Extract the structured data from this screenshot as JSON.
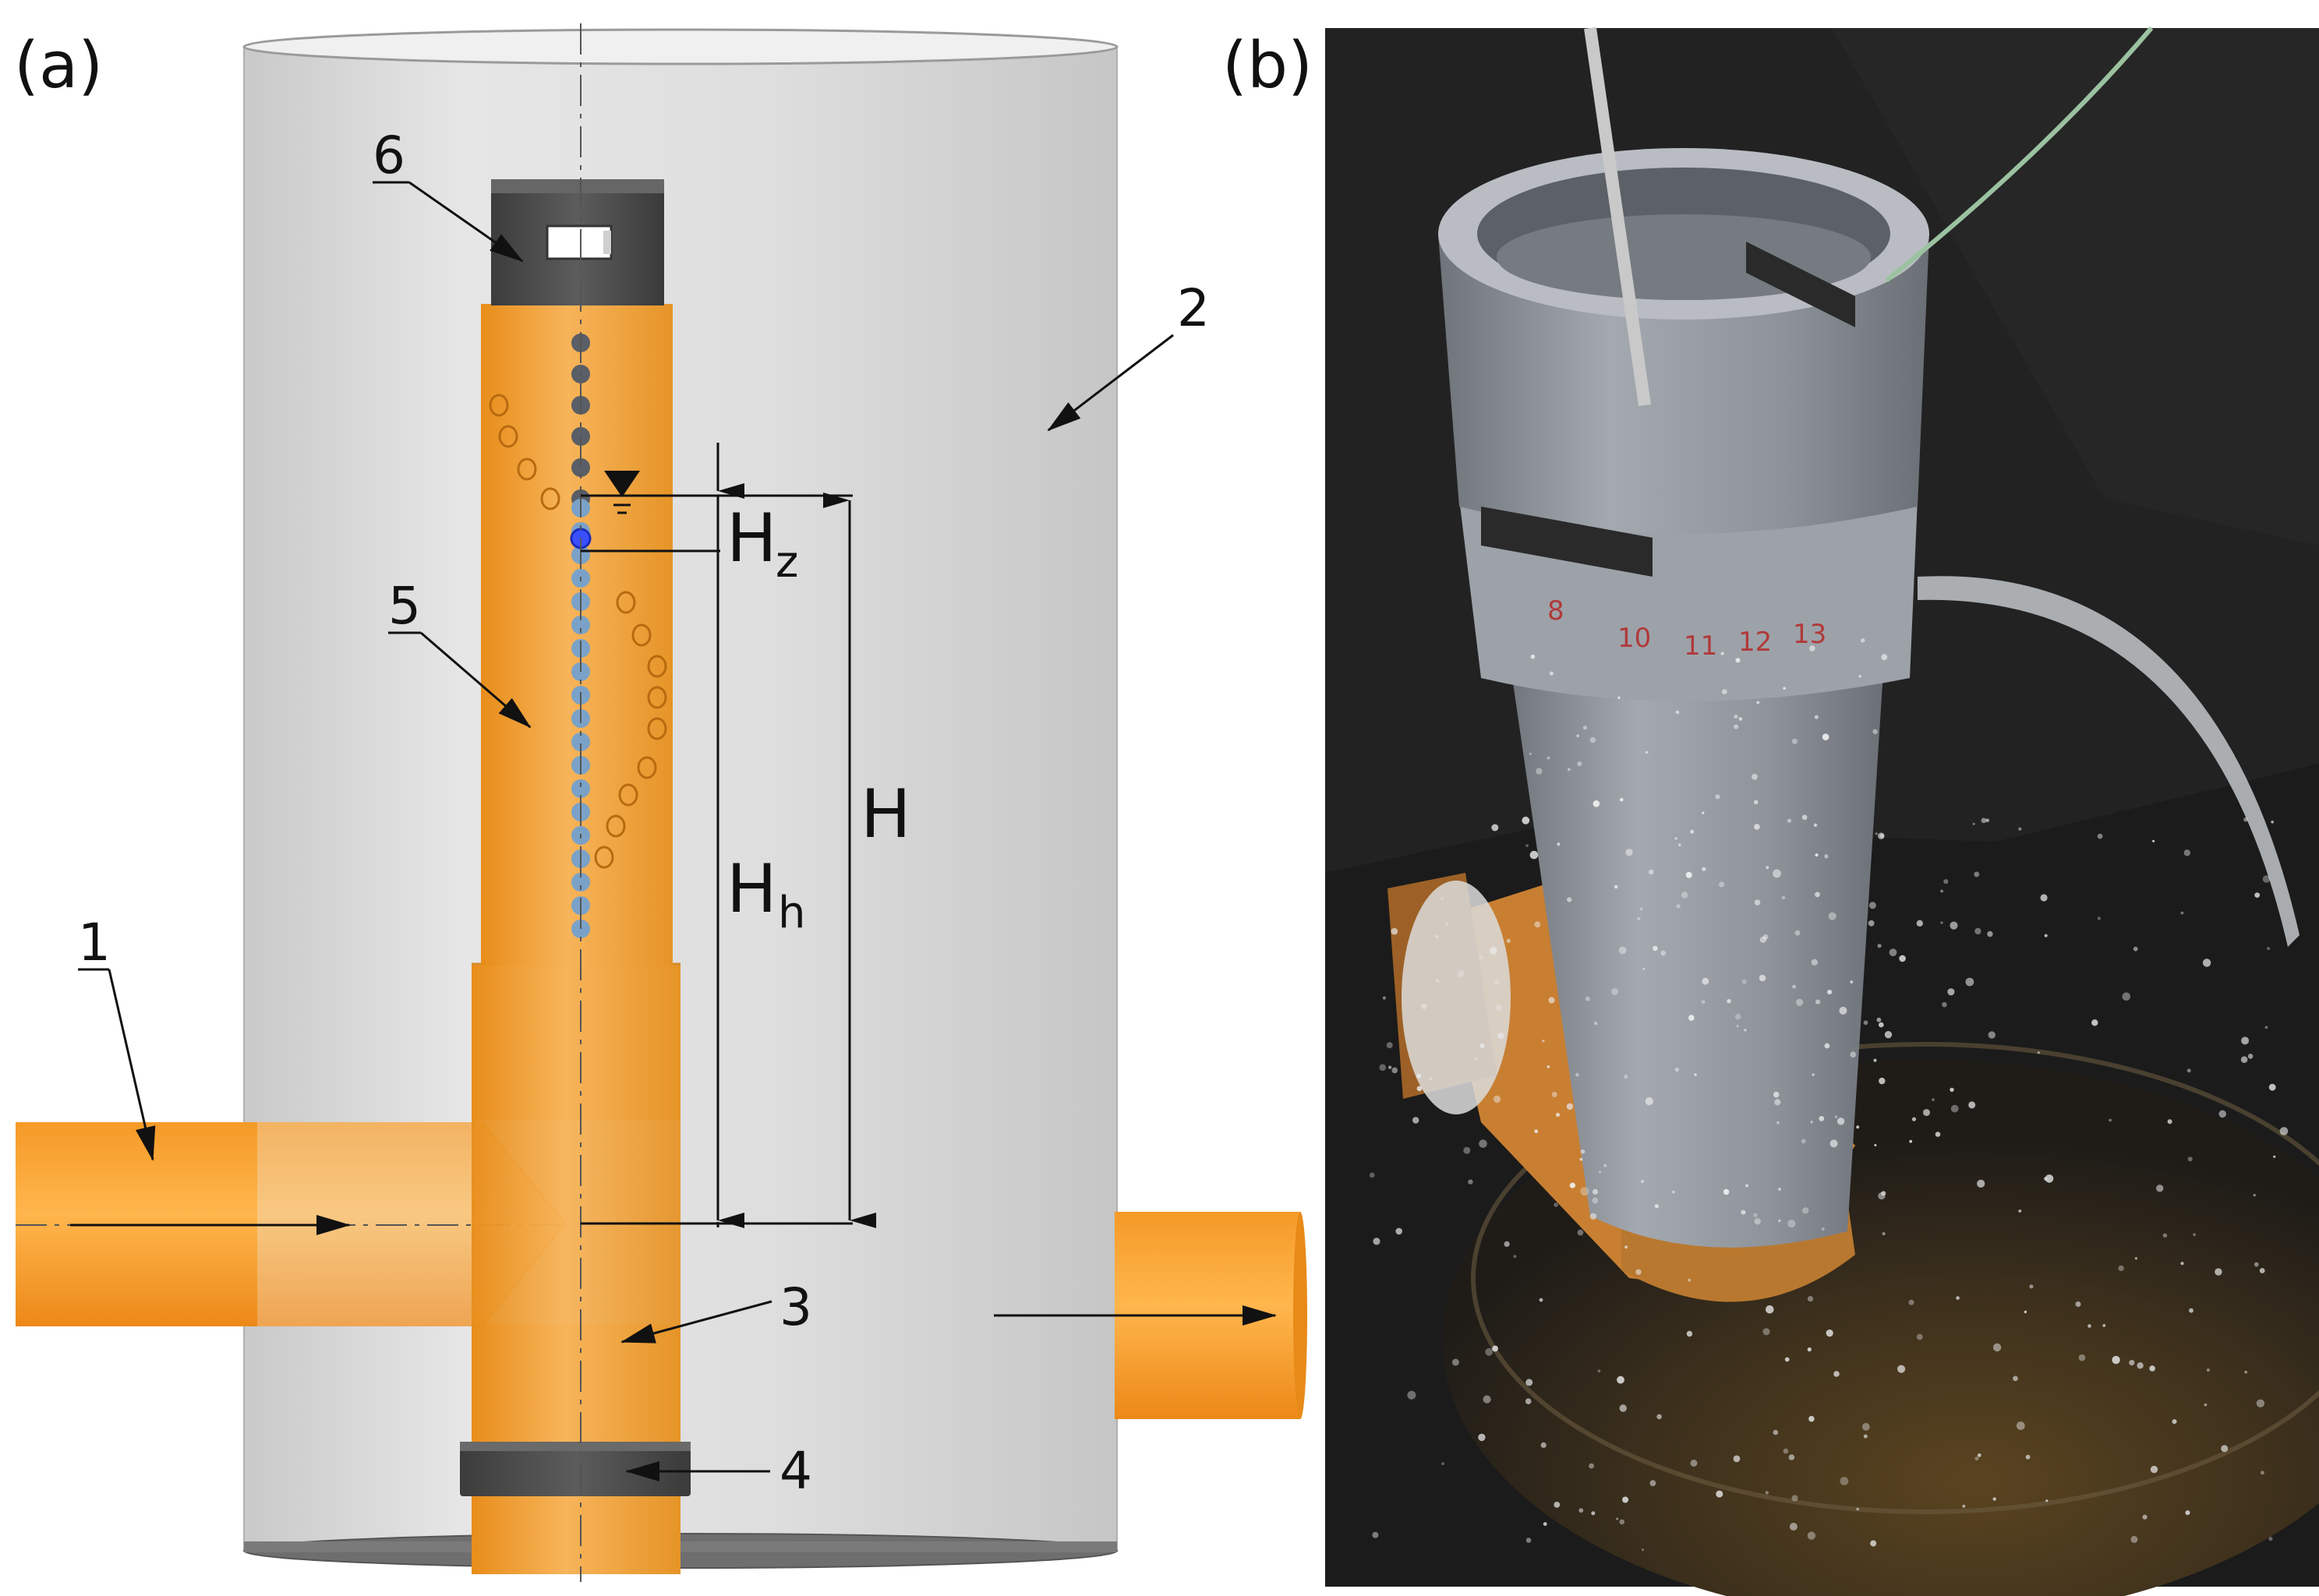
{
  "panels": {
    "a": {
      "label": "(a)"
    },
    "b": {
      "label": "(b)"
    }
  },
  "callouts": [
    {
      "id": "1",
      "text": "1"
    },
    {
      "id": "2",
      "text": "2"
    },
    {
      "id": "3",
      "text": "3"
    },
    {
      "id": "4",
      "text": "4"
    },
    {
      "id": "5",
      "text": "5"
    },
    {
      "id": "6",
      "text": "6"
    }
  ],
  "dimensions": {
    "H": {
      "main": "H",
      "sub": ""
    },
    "Hz": {
      "main": "H",
      "sub": "z"
    },
    "Hh": {
      "main": "H",
      "sub": "h"
    }
  },
  "photo_scale_marks": [
    "8",
    "10",
    "11",
    "12",
    "13"
  ],
  "colors": {
    "pipe_orange": "#f6a43c",
    "pipe_orange_dark": "#e58a14",
    "tank_gray": "#dcdcdc",
    "cap_dark": "#4a4a4a",
    "hole_dark": "#5a5e66",
    "hole_blue": "#7aa2c8",
    "marker_blue": "#3a50ff",
    "photo_background": "#1b1b1b",
    "photo_pvc": "#8f949b"
  },
  "icons": {
    "water_level": "inverted-triangle-icon",
    "flow_arrow": "arrow-icon"
  }
}
